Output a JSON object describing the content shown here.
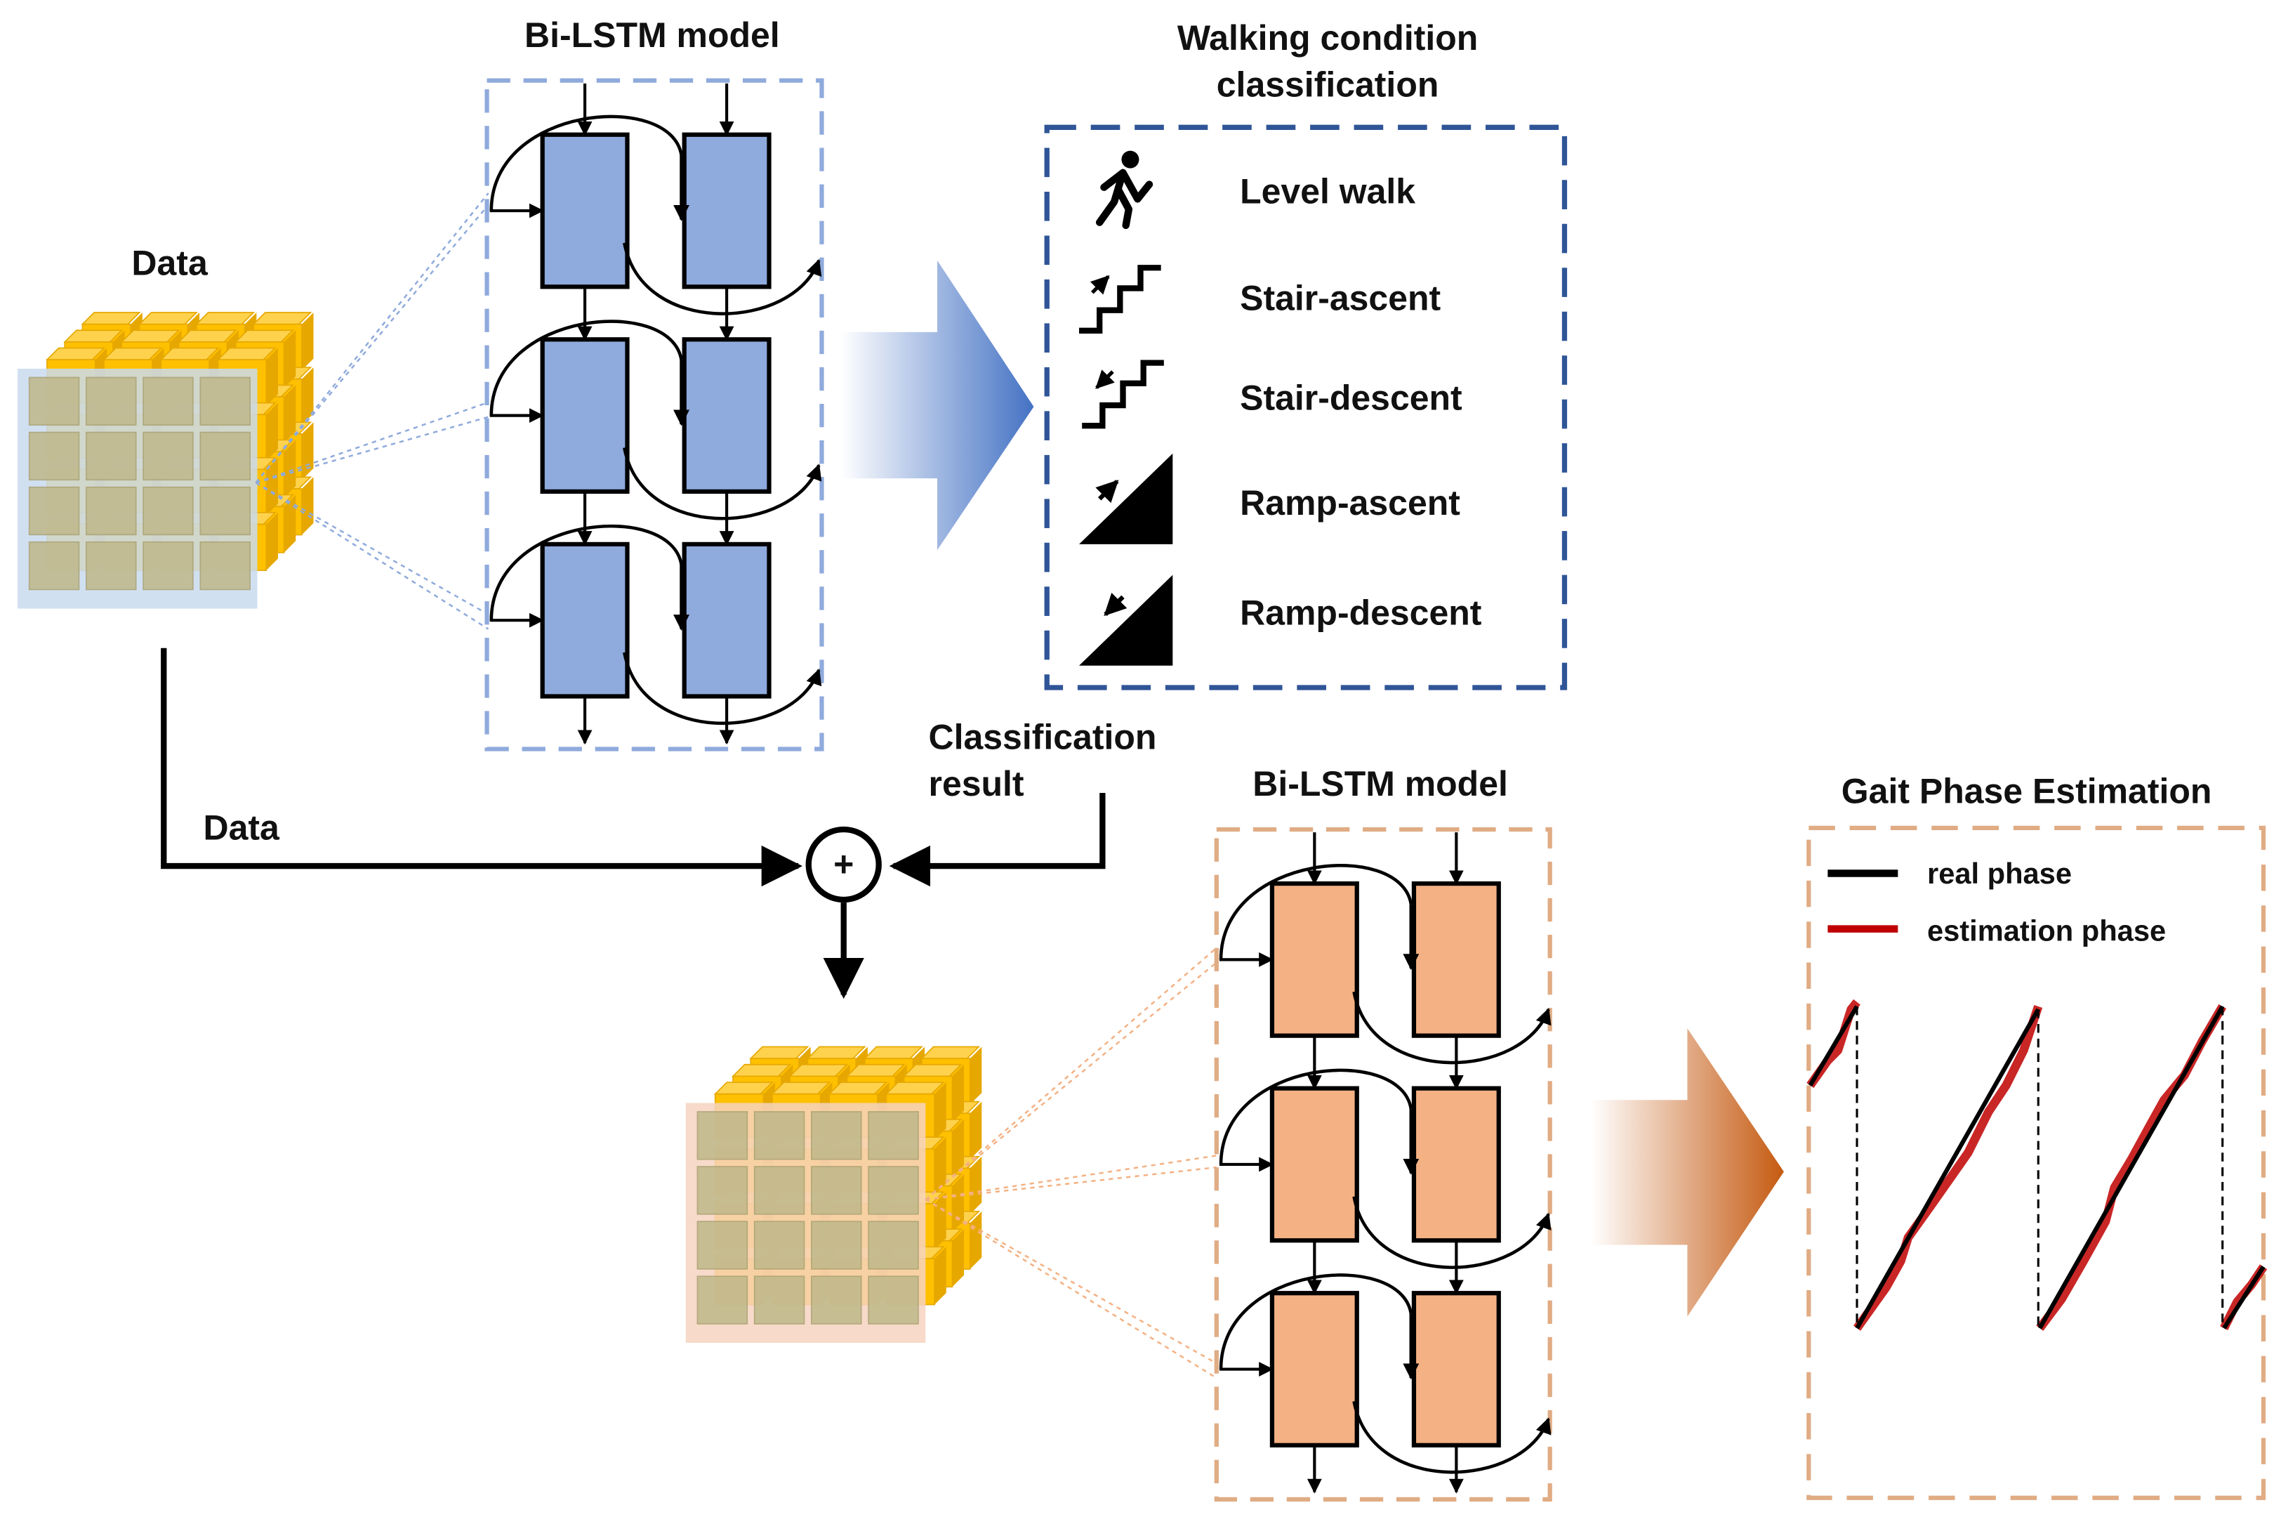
{
  "top_model_title": "Bi-LSTM model",
  "bottom_model_title": "Bi-LSTM model",
  "data_label_top": "Data",
  "data_label_arrow": "Data",
  "classification_title": [
    "Walking condition",
    "classification"
  ],
  "classification_items": [
    {
      "label": "Level walk",
      "icon": "walking-person-icon"
    },
    {
      "label": "Stair-ascent",
      "icon": "stair-ascent-icon"
    },
    {
      "label": "Stair-descent",
      "icon": "stair-descent-icon"
    },
    {
      "label": "Ramp-ascent",
      "icon": "ramp-ascent-icon"
    },
    {
      "label": "Ramp-descent",
      "icon": "ramp-descent-icon"
    }
  ],
  "classification_result_label": [
    "Classification",
    "result"
  ],
  "combine_symbol": "+",
  "gait_title": "Gait Phase Estimation",
  "legend": [
    {
      "label": "real phase",
      "color": "#000000"
    },
    {
      "label": "estimation phase",
      "color": "#c00000"
    }
  ],
  "colors": {
    "lstm_blue_fill": "#8faadc",
    "lstm_blue_border": "#8faadc",
    "lstm_orange_fill": "#f4b183",
    "lstm_orange_border": "#e0ac84",
    "class_box_border": "#2f5597",
    "cube_gold": "#ffc000",
    "arrow_blue": "#4472c4",
    "arrow_orange": "#c55a11"
  }
}
